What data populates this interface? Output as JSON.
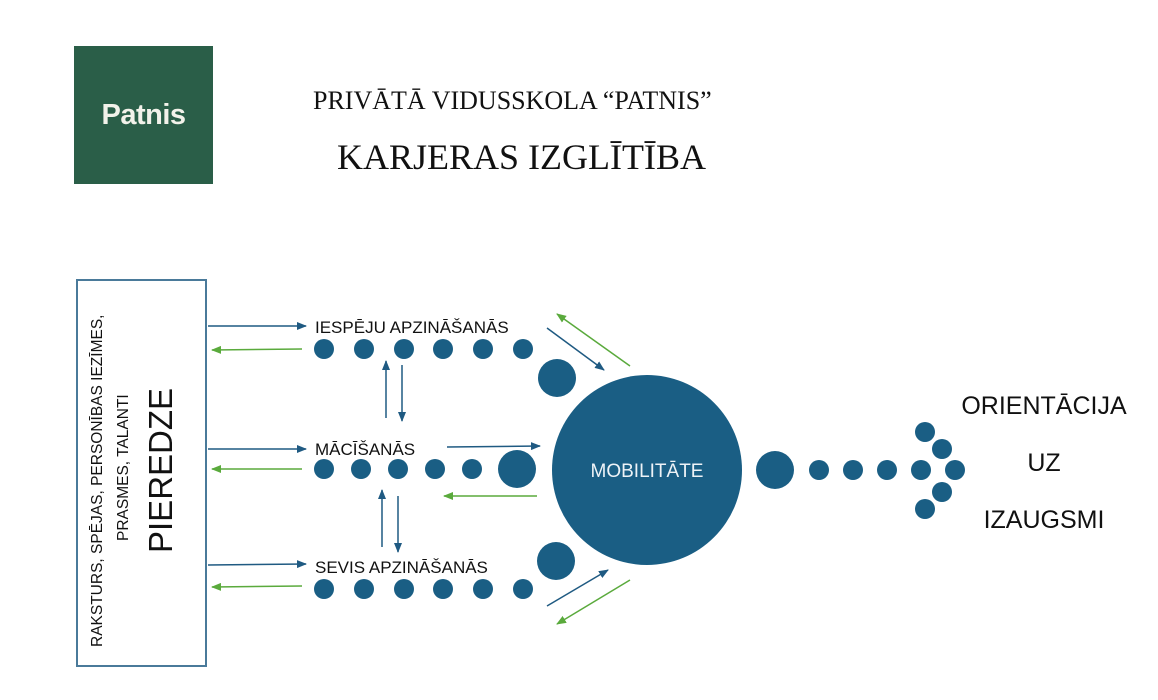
{
  "header": {
    "logo_text": "Patnis",
    "school_name": "PRIVĀTĀ VIDUSSKOLA “PATNIS”",
    "title": "KARJERAS IZGLĪTĪBA"
  },
  "colors": {
    "logo_bg": "#2a5e48",
    "node_blue": "#1a5e84",
    "arrow_blue": "#1f5a82",
    "arrow_green": "#5aaa3c",
    "box_border": "#4a7a9a"
  },
  "diagram": {
    "left_box": {
      "subtitle_line1": "RAKSTURS, SPĒJAS, PERSONĪBAS IEZĪMES,",
      "subtitle_line2": "PRASMES, TALANTI",
      "title": "PIEREDZE"
    },
    "stages": [
      {
        "label": "IESPĒJU APZINĀŠANĀS"
      },
      {
        "label": "MĀCĪŠANĀS"
      },
      {
        "label": "SEVIS APZINĀŠANĀS"
      }
    ],
    "center": {
      "label": "MOBILITĀTE"
    },
    "outcome": {
      "line1": "ORIENTĀCIJA",
      "line2": "UZ",
      "line3": "IZAUGSMI"
    }
  }
}
